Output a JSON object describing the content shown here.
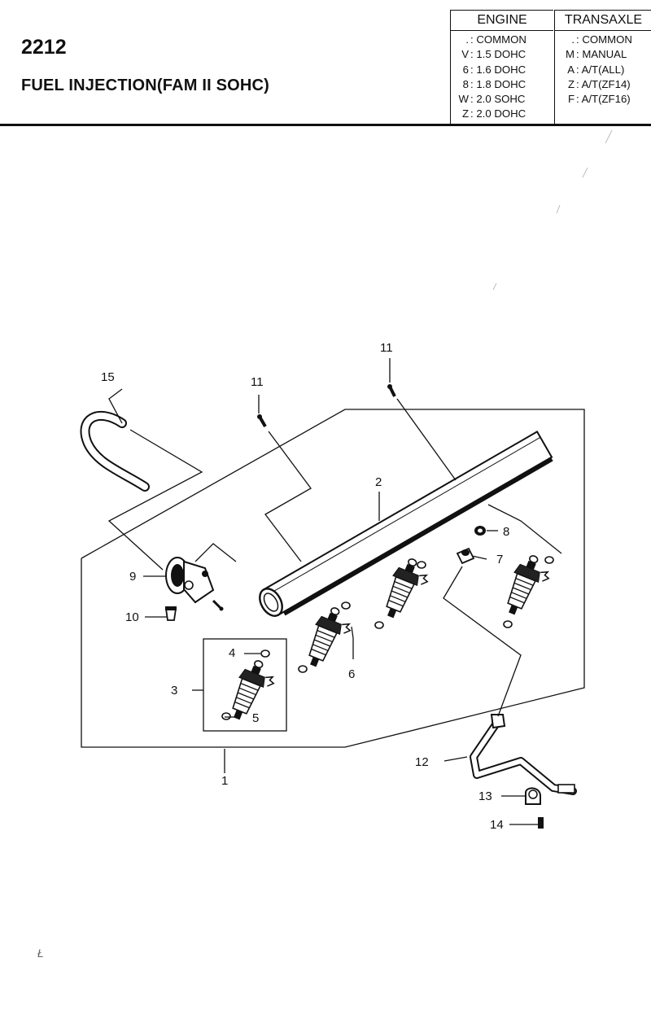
{
  "header": {
    "code": "2212",
    "title": "FUEL INJECTION(FAM II SOHC)",
    "engine": {
      "label": "ENGINE",
      "rows": [
        {
          "k": ".",
          "v": ": COMMON"
        },
        {
          "k": "V",
          "v": ": 1.5 DOHC"
        },
        {
          "k": "6",
          "v": ": 1.6 DOHC"
        },
        {
          "k": "8",
          "v": ": 1.8 DOHC"
        },
        {
          "k": "W",
          "v": ": 2.0 SOHC"
        },
        {
          "k": "Z",
          "v": ": 2.0 DOHC"
        }
      ]
    },
    "transaxle": {
      "label": "TRANSAXLE",
      "rows": [
        {
          "k": ".",
          "v": ": COMMON"
        },
        {
          "k": "M",
          "v": ": MANUAL"
        },
        {
          "k": "A",
          "v": ": A/T(ALL)"
        },
        {
          "k": "Z",
          "v": ": A/T(ZF14)"
        },
        {
          "k": "F",
          "v": ": A/T(ZF16)"
        }
      ]
    }
  },
  "callouts": {
    "c1": "1",
    "c2": "2",
    "c3": "3",
    "c4": "4",
    "c5": "5",
    "c6": "6",
    "c7": "7",
    "c8": "8",
    "c9": "9",
    "c10": "10",
    "c11a": "11",
    "c11b": "11",
    "c12": "12",
    "c13": "13",
    "c14": "14",
    "c15": "15"
  },
  "footer_mark": "Ł"
}
